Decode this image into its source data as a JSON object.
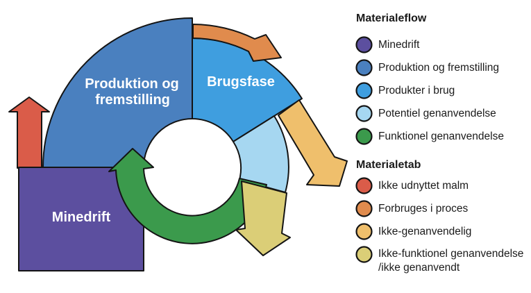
{
  "diagram": {
    "labels": {
      "production_line1": "Produktion og",
      "production_line2": "fremstilling",
      "use_phase": "Brugsfase",
      "mining": "Minedrift"
    },
    "colors": {
      "mining": "#5C4F9F",
      "production": "#4A80BF",
      "use_phase": "#3F9EDF",
      "potential_recycling": "#A6D7F1",
      "functional_recycling": "#3B9A4C",
      "unused_ore": "#DA5C49",
      "consumed_in_process": "#E08B4D",
      "non_recyclable": "#EFBF6C",
      "non_functional_recycling": "#DBCE77"
    }
  },
  "legend_flow": {
    "title": "Materialeflow",
    "items": [
      {
        "label": "Minedrift",
        "color": "#5C4F9F"
      },
      {
        "label": "Produktion og fremstilling",
        "color": "#4A80BF"
      },
      {
        "label": "Produkter i brug",
        "color": "#3F9EDF"
      },
      {
        "label": "Potentiel genanvendelse",
        "color": "#A6D7F1"
      },
      {
        "label": "Funktionel genanvendelse",
        "color": "#3B9A4C"
      }
    ]
  },
  "legend_loss": {
    "title": "Materialetab",
    "items": [
      {
        "label": "Ikke udnyttet malm",
        "color": "#DA5C49"
      },
      {
        "label": "Forbruges i proces",
        "color": "#E08B4D"
      },
      {
        "label": "Ikke-genanvendelig",
        "color": "#EFBF6C"
      },
      {
        "label": "Ikke-funktionel genanvendelse",
        "label2": "/ikke genanvendt",
        "color": "#DBCE77"
      }
    ]
  }
}
